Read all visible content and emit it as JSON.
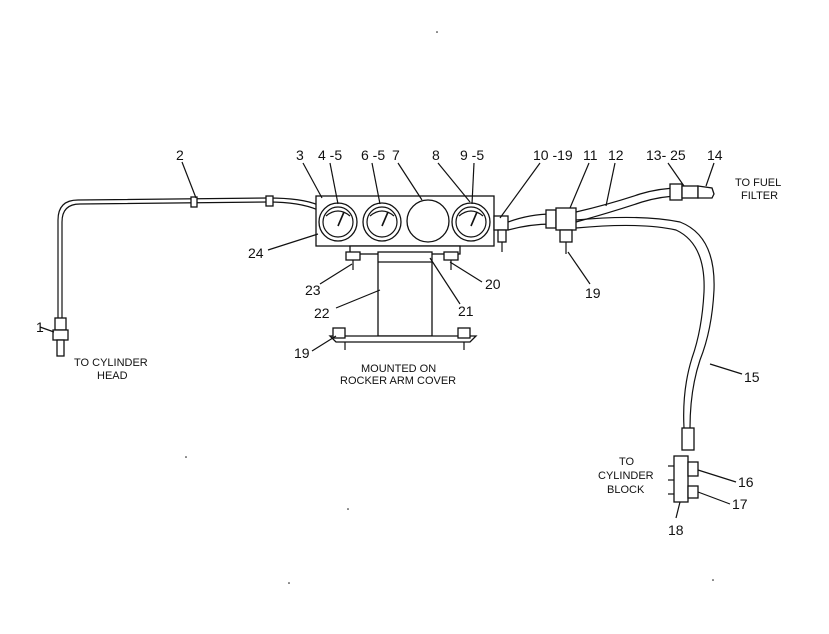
{
  "callouts": {
    "c1": "1",
    "c2": "2",
    "c3": "3",
    "c4": "4 -5",
    "c6": "6 -5",
    "c7": "7",
    "c8": "8",
    "c9": "9 -5",
    "c10": "10 -19",
    "c11": "11",
    "c12": "12",
    "c13": "13- 25",
    "c14": "14",
    "c15": "15",
    "c16": "16",
    "c17": "17",
    "c18": "18",
    "c19a": "19",
    "c19b": "19",
    "c20": "20",
    "c21": "21",
    "c22": "22",
    "c23": "23",
    "c24": "24"
  },
  "captions": {
    "cyl_head_1": "TO CYLINDER",
    "cyl_head_2": "HEAD",
    "mounted_1": "MOUNTED ON",
    "mounted_2": "ROCKER ARM COVER",
    "fuel_1": "TO FUEL",
    "fuel_2": "FILTER",
    "block_1": "TO",
    "block_2": "CYLINDER",
    "block_3": "BLOCK"
  }
}
